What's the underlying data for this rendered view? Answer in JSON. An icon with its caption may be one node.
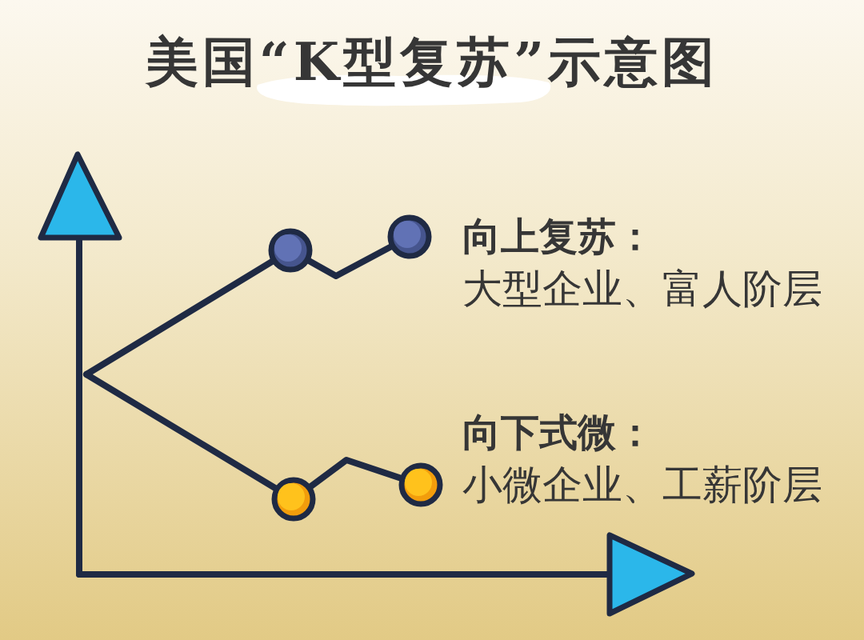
{
  "diagram": {
    "title": "美国“K型复苏”示意图",
    "labels": [
      "向上复苏：",
      "大型企业、富人阶层",
      "向下式微：",
      "小微企业、工薪阶层"
    ]
  }
}
